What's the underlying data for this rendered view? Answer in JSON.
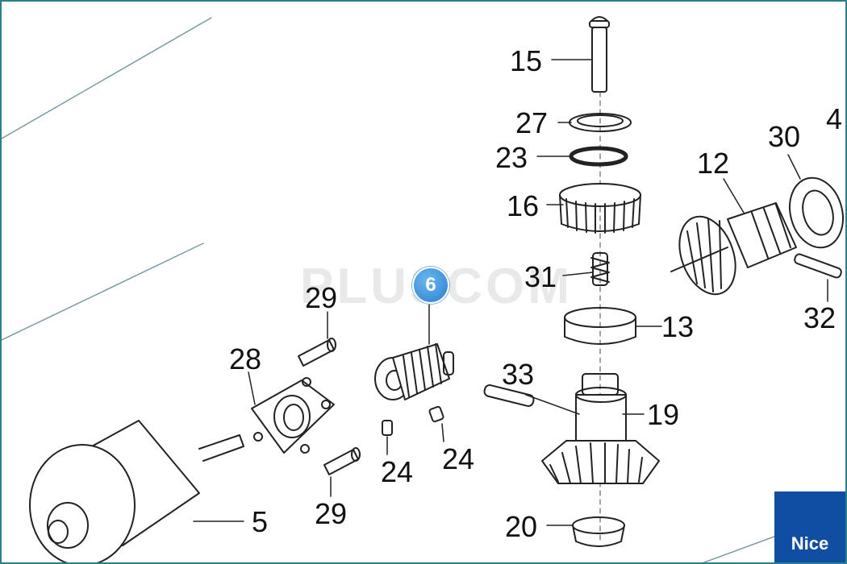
{
  "diagram": {
    "callouts": [
      "15",
      "27",
      "23",
      "16",
      "31",
      "13",
      "33",
      "19",
      "20",
      "12",
      "30",
      "4",
      "32",
      "29",
      "28",
      "24",
      "5",
      "6"
    ],
    "labels": {
      "p15": "15",
      "p27": "27",
      "p23": "23",
      "p16": "16",
      "p31": "31",
      "p13": "13",
      "p33": "33",
      "p19": "19",
      "p20": "20",
      "p12": "12",
      "p30": "30",
      "p4": "4",
      "p32": "32",
      "p29a": "29",
      "p29b": "29",
      "p28": "28",
      "p24a": "24",
      "p24b": "24",
      "p5": "5"
    },
    "highlight": "6",
    "watermark": "PLUSCOM",
    "brand": "Nice",
    "colors": {
      "frame": "#2e7f8a",
      "badge": "#2a7ed0",
      "brand": "#0f4ea3"
    }
  }
}
